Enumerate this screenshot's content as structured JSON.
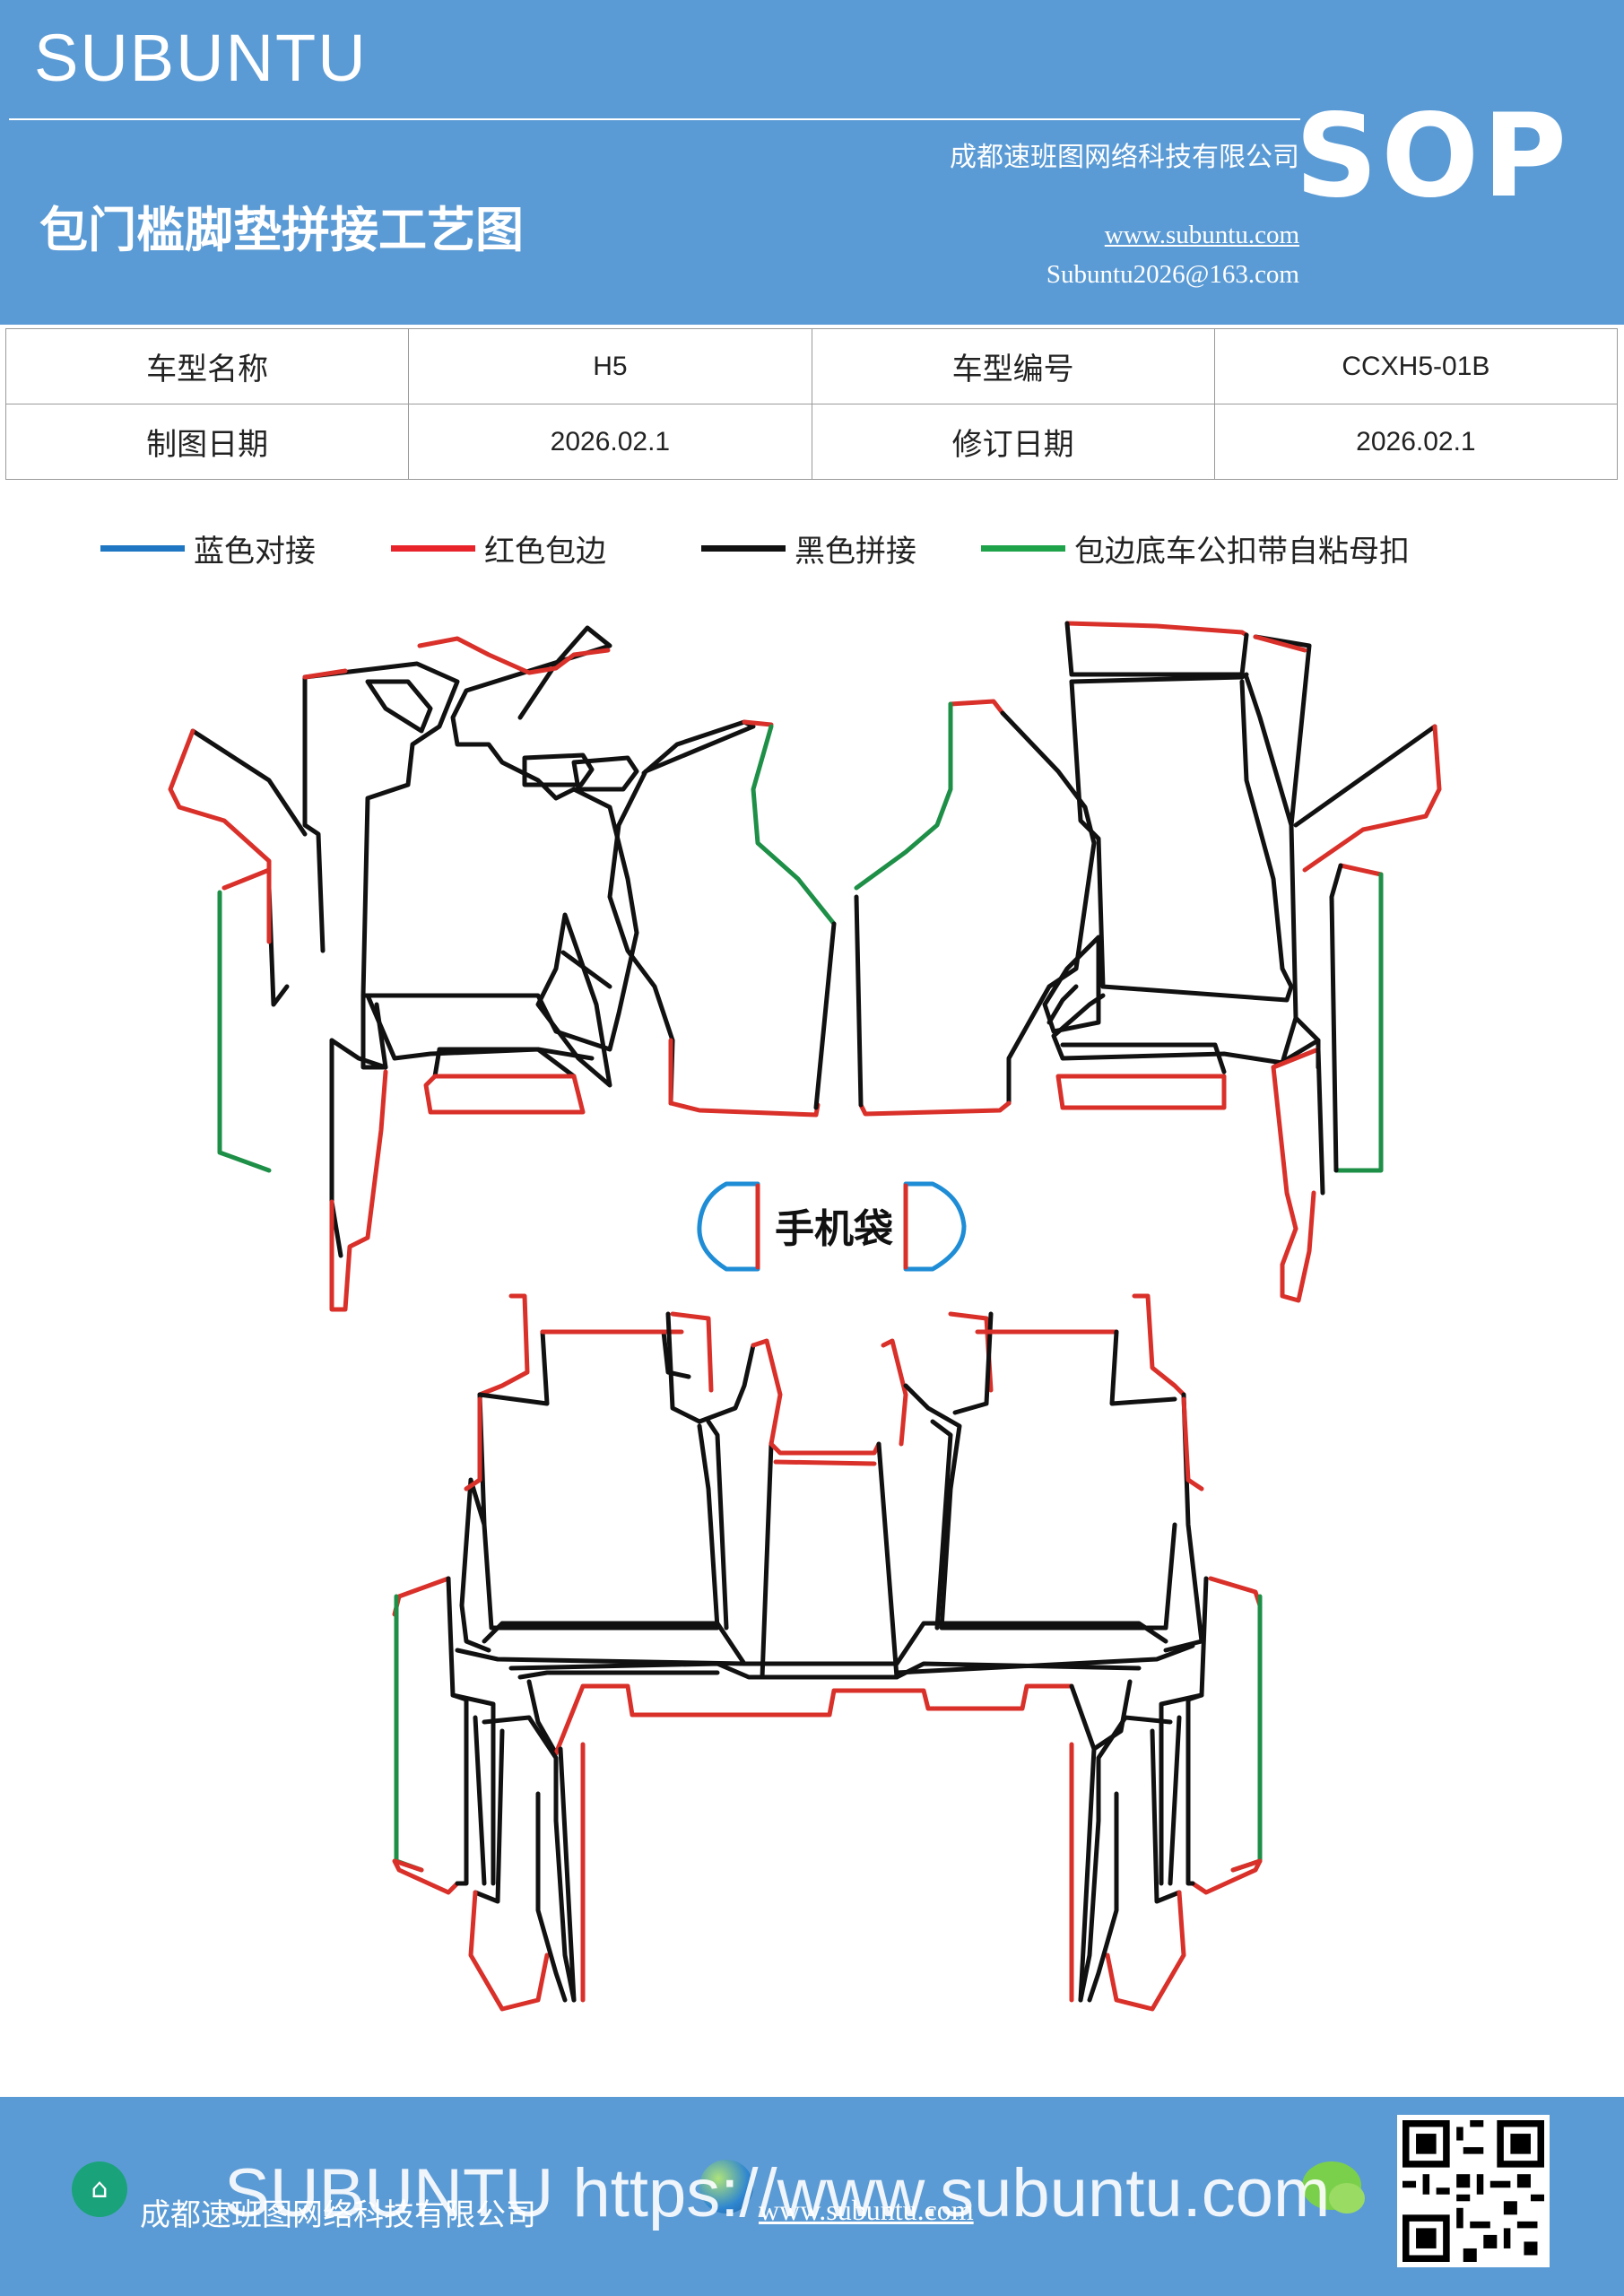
{
  "header": {
    "brand": "SUBUNTU",
    "company": "成都速班图网络科技有限公司",
    "title": "包门槛脚垫拼接工艺图",
    "website": "www.subuntu.com",
    "email": "Subuntu2026@163.com",
    "badge": "SOP"
  },
  "info_table": {
    "rows": [
      [
        "车型名称",
        "H5",
        "车型编号",
        "CCXH5-01B"
      ],
      [
        "制图日期",
        "2026.02.1",
        "修订日期",
        "2026.02.1"
      ]
    ]
  },
  "legend": [
    {
      "label": "蓝色对接",
      "color": "#1f77c4"
    },
    {
      "label": "红色包边",
      "color": "#e8242a"
    },
    {
      "label": "黑色拼接",
      "color": "#111111"
    },
    {
      "label": "包边底车公扣带自粘母扣",
      "color": "#1ea34a"
    }
  ],
  "diagram": {
    "center_label": "手机袋",
    "colors": {
      "blue": "#1f8dd6",
      "red": "#d9302a",
      "black": "#111111",
      "green": "#1e8f47"
    }
  },
  "footer": {
    "company": "成都速班图网络科技有限公司",
    "website": "www.subuntu.com",
    "watermark": "SUBUNTU https://www.subuntu.com"
  }
}
